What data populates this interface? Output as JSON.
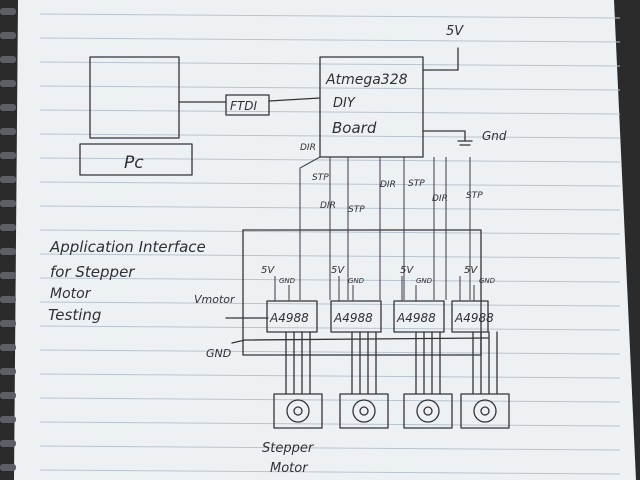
{
  "labels": {
    "supply_5v": "5V",
    "mcu_line1": "Atmega328",
    "mcu_line2": "DIY",
    "mcu_line3": "Board",
    "gnd": "Gnd",
    "ftdi": "FTDI",
    "pc": "Pc",
    "title_line1": "Application Interface",
    "title_line2": "for Stepper",
    "title_line3": "Motor",
    "title_line4": "Testing",
    "vmotor": "Vmotor",
    "gnd_bottom": "GND",
    "stepper_line1": "Stepper",
    "stepper_line2": "Motor"
  },
  "bus_labels": [
    "DIR",
    "STP",
    "DIR",
    "STP",
    "DIR",
    "STP",
    "DIR",
    "STP"
  ],
  "drivers": [
    {
      "label": "A4988",
      "v": "5V",
      "g": "GND"
    },
    {
      "label": "A4988",
      "v": "5V",
      "g": "GND"
    },
    {
      "label": "A4988",
      "v": "5V",
      "g": "GND"
    },
    {
      "label": "A4988",
      "v": "5V",
      "g": "GND"
    }
  ],
  "motors": 4,
  "colors": {
    "ink": "#33343a",
    "paper": "#eef1f4",
    "rule": "#b9c3cf"
  }
}
